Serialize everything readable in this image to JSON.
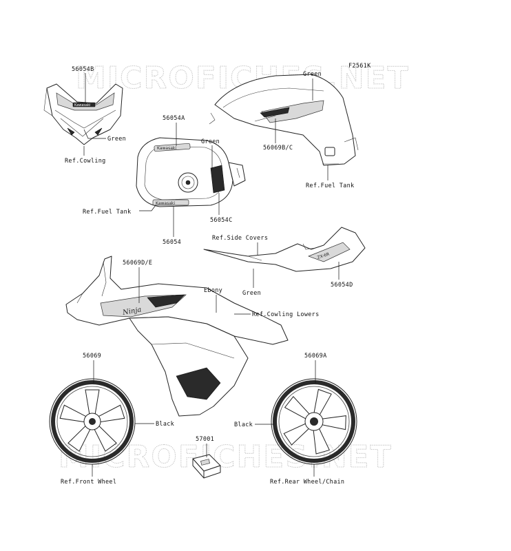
{
  "figure_code": "F2561K",
  "watermark": "MICROFICHES.NET",
  "labels": {
    "p56054B": "56054B",
    "green_cowling": "Green",
    "ref_cowling": "Ref.Cowling",
    "p56054A": "56054A",
    "green_tank": "Green",
    "ref_fuel_tank_left": "Ref.Fuel Tank",
    "p56054C": "56054C",
    "p56054": "56054",
    "green_tank_cover": "Green",
    "p56069BC": "56069B/C",
    "ref_fuel_tank_right": "Ref.Fuel Tank",
    "ref_side_covers": "Ref.Side Covers",
    "green_side_covers": "Green",
    "p56054D": "56054D",
    "p56069DE": "56069D/E",
    "ebony": "Ebony",
    "ref_cowling_lowers": "Ref.Cowling Lowers",
    "p56069": "56069",
    "black_front": "Black",
    "ref_front_wheel": "Ref.Front Wheel",
    "p57001": "57001",
    "p56069A": "56069A",
    "black_rear": "Black",
    "ref_rear_wheel": "Ref.Rear Wheel/Chain"
  },
  "decal_text": {
    "kawasaki": "Kawasaki",
    "ninja": "Ninja",
    "zx": "ZX-6R"
  }
}
